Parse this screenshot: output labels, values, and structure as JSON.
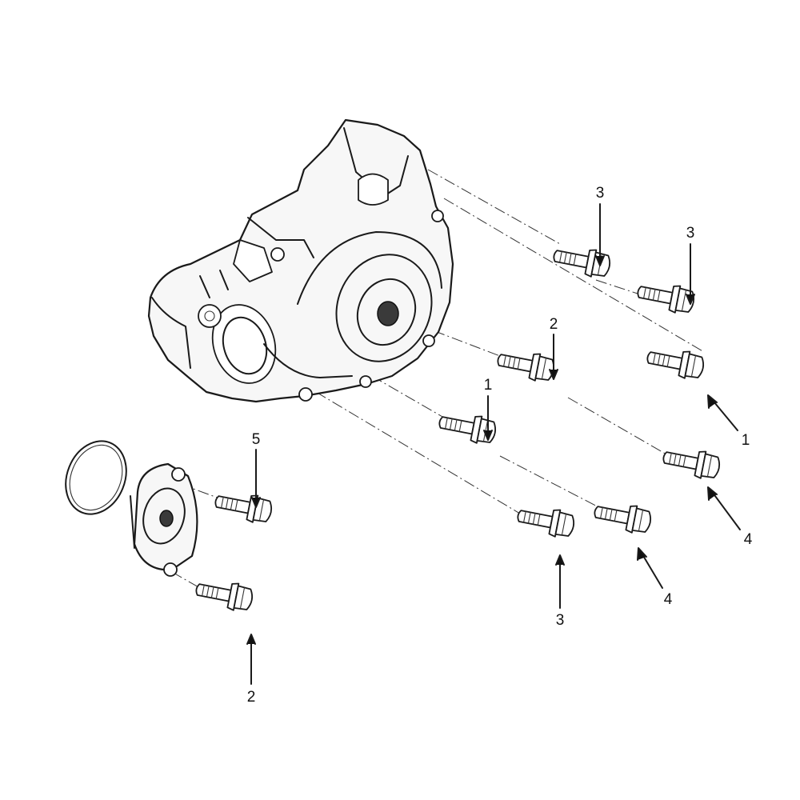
{
  "colors": {
    "line": "#1a1a1a",
    "paper": "#ffffff"
  },
  "diagram": {
    "callouts": [
      {
        "id": "c1",
        "text": "3"
      },
      {
        "id": "c2",
        "text": "3"
      },
      {
        "id": "c3",
        "text": "2"
      },
      {
        "id": "c4",
        "text": "1"
      },
      {
        "id": "c5",
        "text": "1"
      },
      {
        "id": "c6",
        "text": "4"
      },
      {
        "id": "c7",
        "text": "5"
      },
      {
        "id": "c8",
        "text": "4"
      },
      {
        "id": "c9",
        "text": "3"
      },
      {
        "id": "c10",
        "text": "2"
      }
    ]
  }
}
